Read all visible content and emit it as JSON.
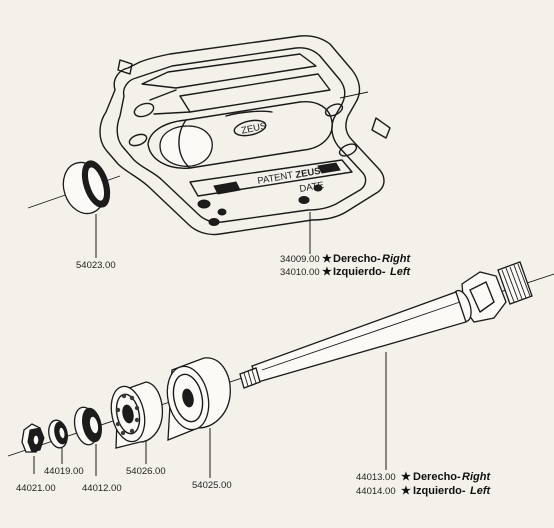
{
  "parts": {
    "cap": {
      "number": "54023.00"
    },
    "cage_right": {
      "number": "34009.00",
      "star": "★",
      "label_es": "Derecho-",
      "label_en": "Right"
    },
    "cage_left": {
      "number": "34010.00",
      "star": "★",
      "label_es": "Izquierdo-",
      "label_en": "Left"
    },
    "axle_right": {
      "number": "44013.00",
      "star": "★",
      "label_es": "Derecho-",
      "label_en": "Right"
    },
    "axle_left": {
      "number": "44014.00",
      "star": "★",
      "label_es": "Izquierdo-",
      "label_en": "Left"
    },
    "bearing_large": {
      "number": "54025.00"
    },
    "bearing_retainer": {
      "number": "54026.00"
    },
    "cone": {
      "number": "44012.00"
    },
    "washer": {
      "number": "44019.00"
    },
    "nut": {
      "number": "44021.00"
    }
  },
  "cage_markings": {
    "logo": "ZEUS",
    "side_text": [
      "PATENT",
      "ZEUS",
      "DATE"
    ]
  }
}
